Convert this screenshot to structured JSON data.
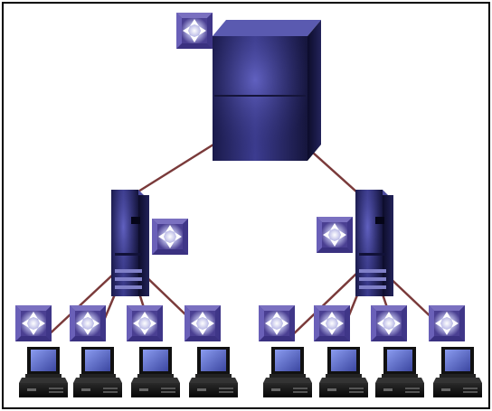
{
  "diagram": {
    "kind": "hierarchical-network-topology",
    "border_color": "#000000",
    "link_color": "#7a3a3a",
    "tower_color": "#2e2e6a",
    "tower_highlight": "#5a5ab0",
    "switch_color": "#5a4fa0",
    "switch_highlight": "#ffffff",
    "monitor_color": "#6a7ad8",
    "nodes": {
      "root_server": {
        "icon": "server-tower-icon",
        "switch": "switch-icon"
      },
      "left_server": {
        "icon": "server-tower-icon",
        "switch": "switch-icon",
        "clients": 4
      },
      "right_server": {
        "icon": "server-tower-icon",
        "switch": "switch-icon",
        "clients": 4
      },
      "client_icon": "workstation-icon"
    }
  }
}
